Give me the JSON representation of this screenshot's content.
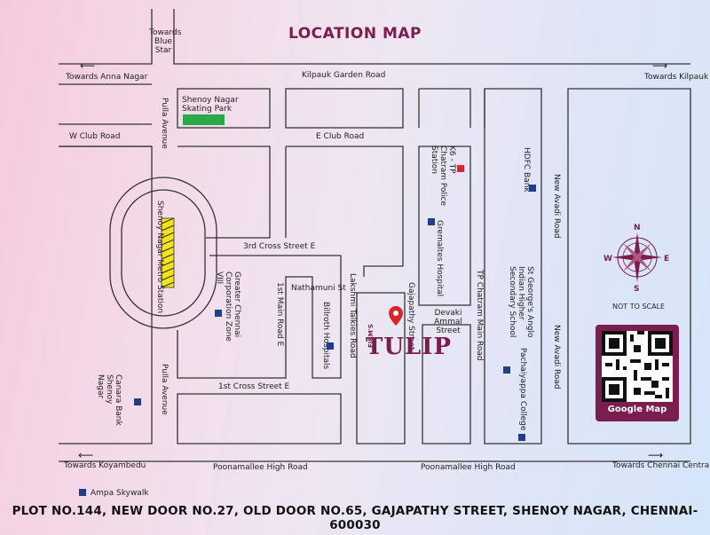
{
  "title": "LOCATION MAP",
  "address": "PLOT NO.144, NEW DOOR NO.27, OLD DOOR NO.65, GAJAPATHY STREET, SHENOY NAGAR, CHENNAI- 600030",
  "directions": {
    "blue_star": "Towards Blue Star",
    "anna_nagar": "Towards Anna Nagar",
    "kilpauk": "Towards Kilpauk",
    "koyambedu": "Towards Koyambedu",
    "chennai_central": "Towards Chennai Central"
  },
  "roads": {
    "kilpauk_garden": "Kilpauk Garden Road",
    "w_club": "W Club Road",
    "e_club": "E Club Road",
    "pulla_avenue_top": "Pulla Avenue",
    "pulla_avenue_bottom": "Pulla Avenue",
    "third_cross": "3rd Cross Street E",
    "nathamuni": "Nathamuni St",
    "first_main": "1st Main Road E",
    "lakshmi_talkies": "Lakshmi Talkies Road",
    "gajapathy": "Gajapathy Street",
    "devaki_ammal": "Devaki Ammal Street",
    "tp_chatram_main": "TP Chatram Main Road",
    "new_avadi_top": "New Avadi Road",
    "new_avadi_bottom": "New Avadi Road",
    "first_cross": "1st Cross Street E",
    "poonamallee_left": "Poonamallee High Road",
    "poonamallee_right": "Poonamallee High Road"
  },
  "places": {
    "skating_park": "Shenoy Nagar Skating Park",
    "metro_station": "Shenoy Nagar Metro Station",
    "corporation_zone": "Greater Chennai Corporation Zone VIII",
    "billroth": "Billroth Hospitals",
    "police_station": "K6 - TP Chatram Police Station",
    "gremaltes": "Gremaltes Hospital",
    "hdfc": "HDFC Bank",
    "st_george": "St George's Anglo Indian Higher Secondary School",
    "pachaiyappa": "Pachaiyappa College",
    "canara": "Canara Bank Shenoy Nagar",
    "ampa": "Ampa Skywalk"
  },
  "compass": {
    "n": "N",
    "e": "E",
    "s": "S",
    "w": "W"
  },
  "scale_note": "NOT TO SCALE",
  "qr_caption": "Google Map",
  "brand": {
    "prefix": "FIRM'S",
    "name": "TULIP"
  },
  "colors": {
    "brand": "#7a1d4f",
    "marker": "#1f3f8c",
    "police": "#d9262b",
    "park": "#2aa84a"
  }
}
